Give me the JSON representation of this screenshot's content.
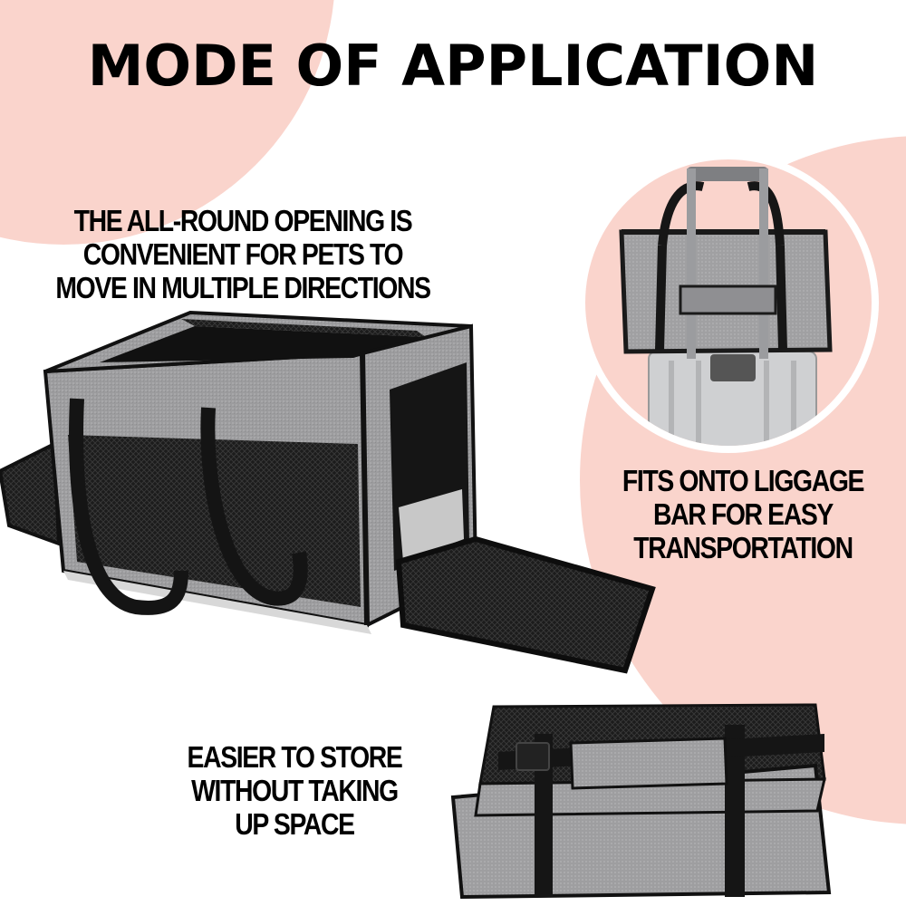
{
  "headline": "MODE OF APPLICATION",
  "captions": {
    "opening": [
      "THE ALL-ROUND OPENING IS",
      "CONVENIENT FOR PETS TO",
      "MOVE IN MULTIPLE DIRECTIONS"
    ],
    "luggage": [
      "FITS ONTO LIGGAGE",
      "BAR FOR EASY",
      "TRANSPORTATION"
    ],
    "storage": [
      "EASIER TO STORE",
      "WITHOUT TAKING",
      "UP SPACE"
    ]
  },
  "colors": {
    "accent_pink": "#fad4cc",
    "fabric_gray": "#9a9a9c",
    "strap_black": "#141414",
    "mesh_black": "#1e1e1e"
  }
}
